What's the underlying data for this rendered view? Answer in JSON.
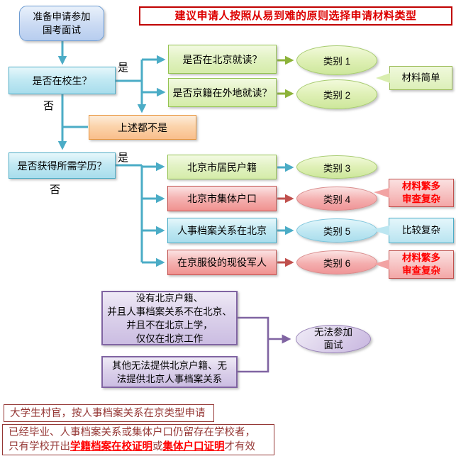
{
  "title": "建议申请人按照从易到难的原则选择申请材料类型",
  "colors": {
    "teal": "#4BACC6",
    "green_arrow": "#8DB33A",
    "dark_red": "#C0504D",
    "purple": "#8064A2",
    "title_red": "#DD0000",
    "note_red": "#953735",
    "emphasis_red": "#FF0000"
  },
  "start_node": {
    "label": "准备申请参加\n国考面试"
  },
  "decision1": {
    "label": "是否在校生？",
    "yes": "是",
    "no": "否"
  },
  "student_branch": {
    "q1": {
      "label": "是否在北京就读？",
      "result": "类别 1"
    },
    "q2": {
      "label": "是否京籍在外地就读？",
      "result": "类别 2"
    },
    "callout": "材料简单",
    "none_of_above": "上述都不是"
  },
  "decision2": {
    "label": "是否获得所需学历？",
    "yes": "是",
    "no": "否"
  },
  "degree_branch": {
    "rows": [
      {
        "label": "北京市居民户籍",
        "result": "类别 3",
        "callout": ""
      },
      {
        "label": "北京市集体户口",
        "result": "类别 4",
        "callout": "材料繁多\n审查复杂"
      },
      {
        "label": "人事档案关系在北京",
        "result": "类别 5",
        "callout": "比较复杂"
      },
      {
        "label": "在京服役的现役军人",
        "result": "类别 6",
        "callout": "材料繁多\n审查复杂"
      }
    ]
  },
  "no_path": {
    "box1": "没有北京户籍、\n并且人事档案关系不在北京、\n并且不在北京上学，\n仅仅在北京工作",
    "box2": "其他无法提供北京户籍、无\n法提供北京人事档案关系",
    "result": "无法参加\n面试"
  },
  "notes": {
    "note1": "大学生村官，按人事档案关系在京类型申请",
    "note2_line1": "已经毕业、人事档案关系或集体户口仍留存在学校者，",
    "note2_line2_pre": "只有学校开出",
    "note2_em1": "学籍档案在校证明",
    "note2_mid": "或",
    "note2_em2": "集体户口证明",
    "note2_suf": "才有效"
  }
}
